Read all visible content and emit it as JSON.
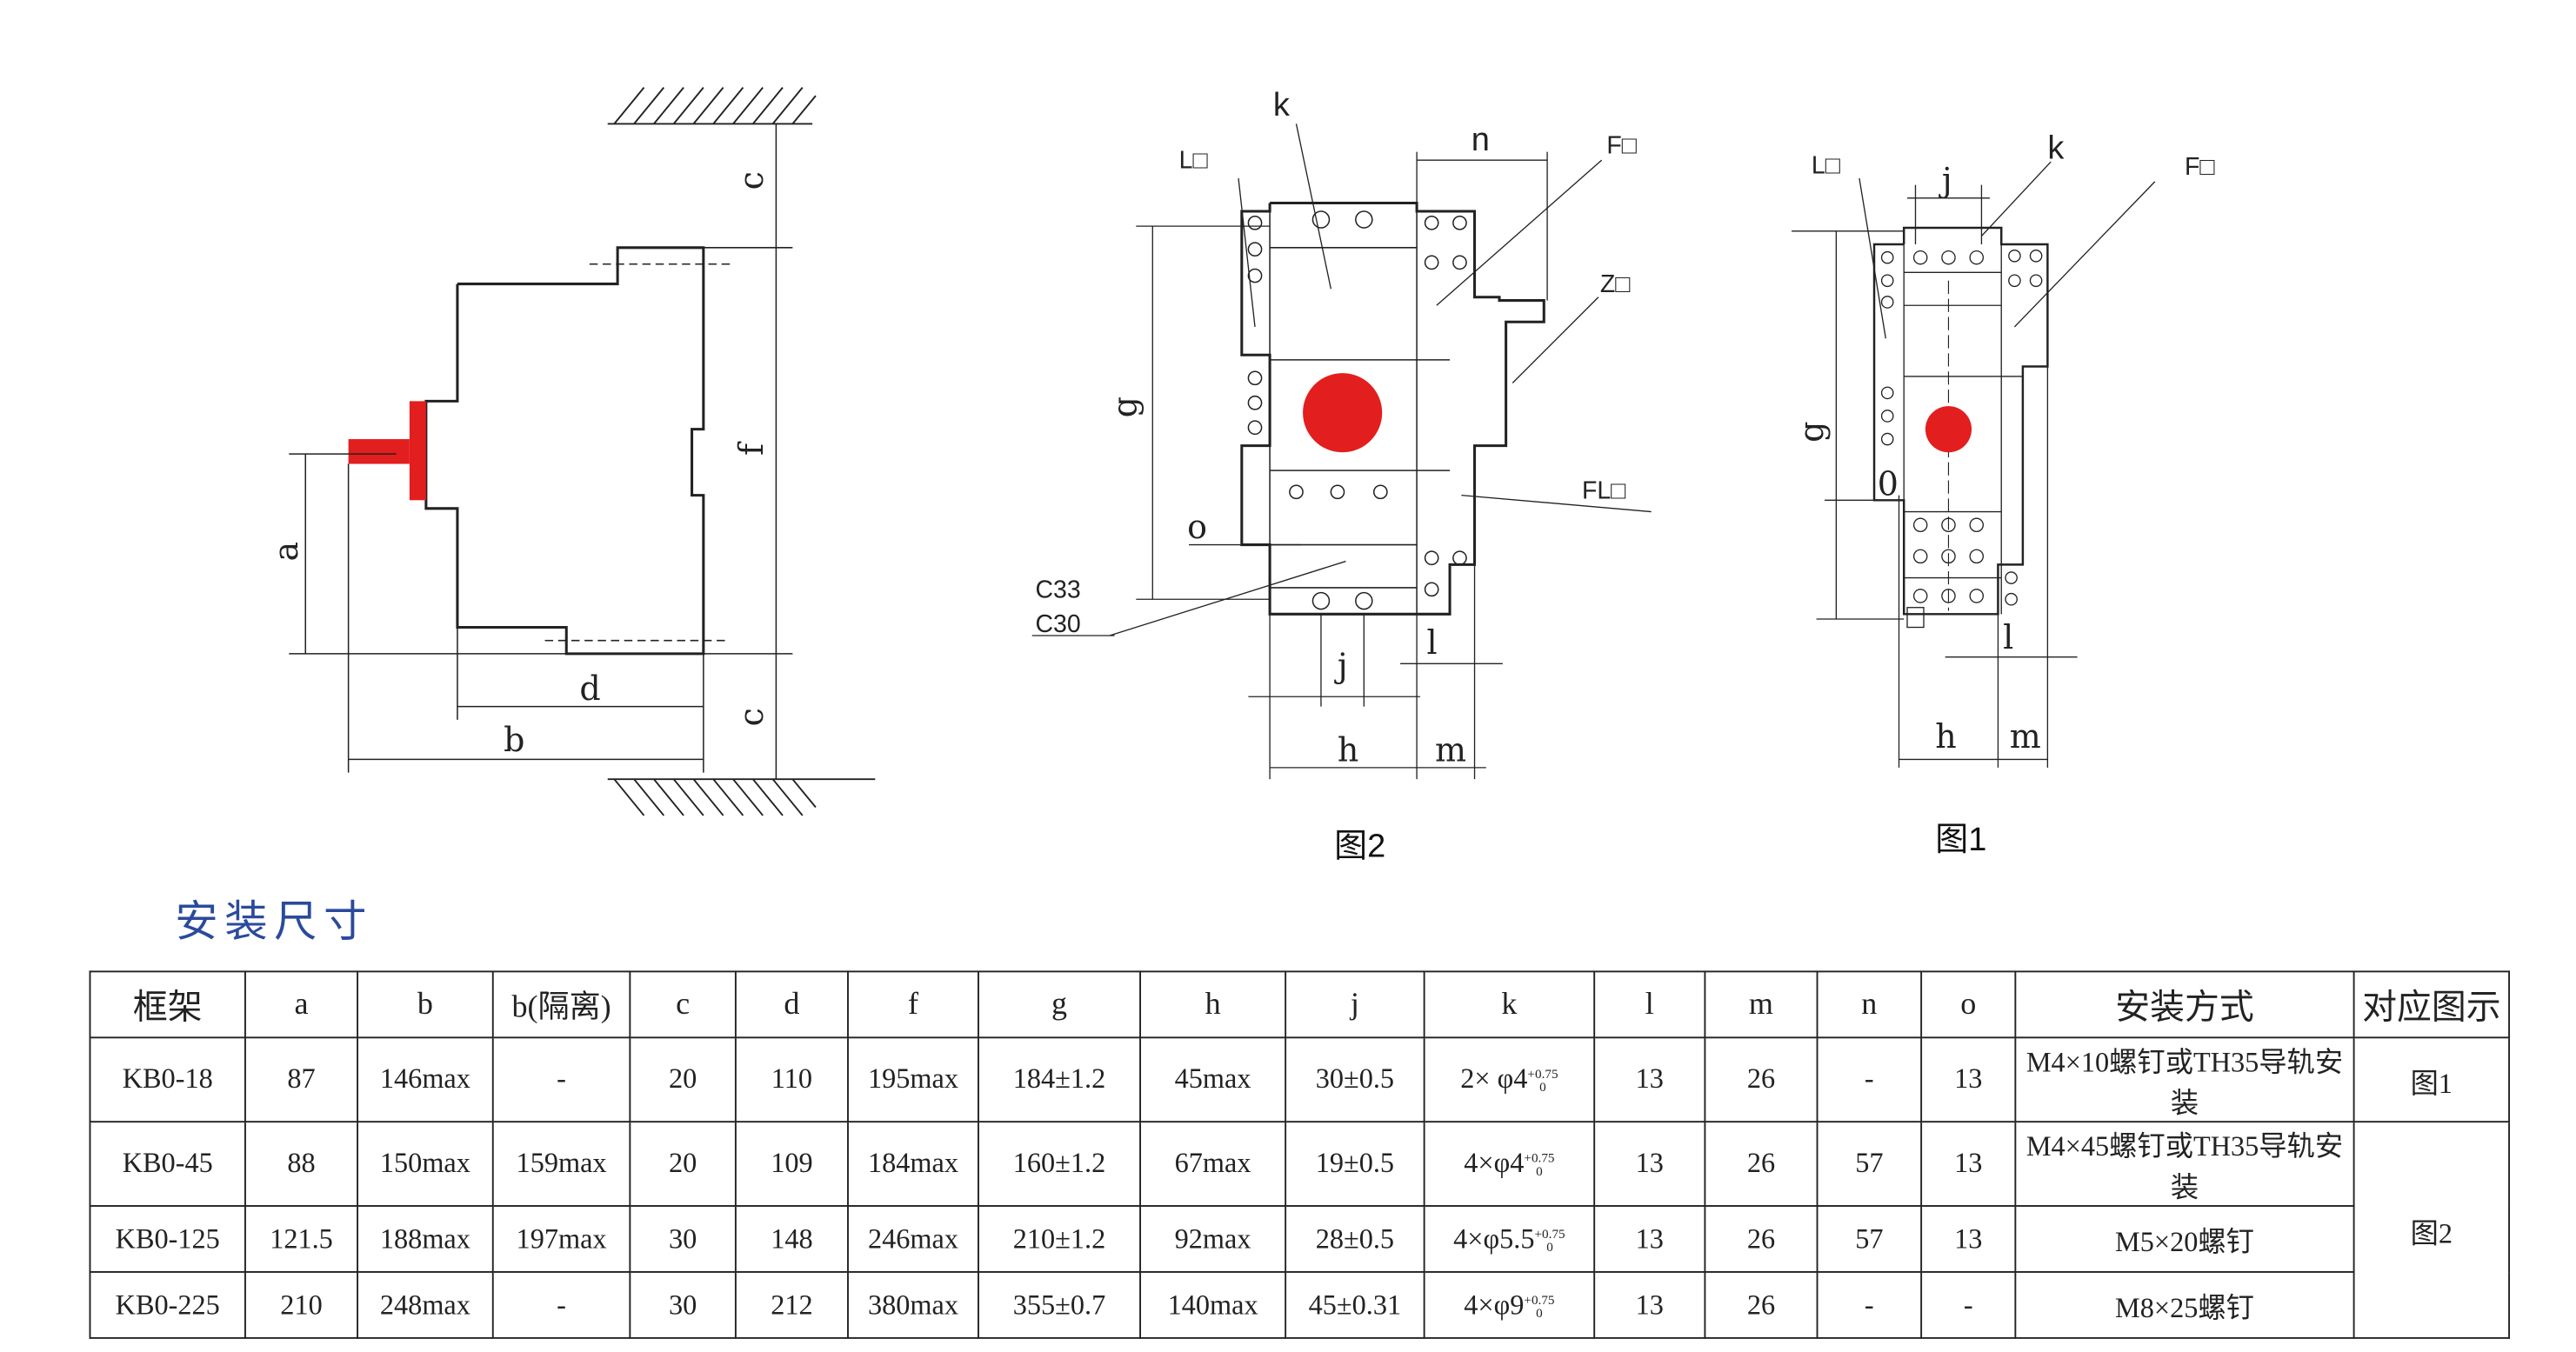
{
  "section_title": "安装尺寸",
  "figure_left": {
    "dims": {
      "c_top": "c",
      "f": "f",
      "a": "a",
      "d": "d",
      "b": "b",
      "c_bottom": "c"
    }
  },
  "figure2": {
    "caption": "图2",
    "labels": {
      "k": "k",
      "n": "n",
      "L": "L□",
      "F": "F□",
      "Z": "Z□",
      "g": "g",
      "FL": "FL□",
      "o": "o",
      "C33": "C33",
      "C30": "C30",
      "j": "j",
      "l": "l",
      "h": "h",
      "m": "m"
    }
  },
  "figure1": {
    "caption": "图1",
    "labels": {
      "L": "L□",
      "j": "j",
      "k": "k",
      "F": "F□",
      "g": "g",
      "o": "0",
      "l": "l",
      "h": "h",
      "m": "m"
    }
  },
  "colors": {
    "handle": "#e31e1e",
    "title": "#2a4a9c"
  },
  "table": {
    "headers": [
      "框架",
      "a",
      "b",
      "b(隔离)",
      "c",
      "d",
      "f",
      "g",
      "h",
      "j",
      "k",
      "l",
      "m",
      "n",
      "o",
      "安装方式",
      "对应图示"
    ],
    "rows": [
      {
        "cells": [
          "KB0-18",
          "87",
          "146max",
          "-",
          "20",
          "110",
          "195max",
          "184±1.2",
          "45max",
          "30±0.5",
          {
            "base": "2× φ4",
            "upper": "+0.75",
            "lower": "0"
          },
          "13",
          "26",
          "-",
          "13",
          "M4×10螺钉或TH35导轨安装"
        ],
        "figure": "图1",
        "figure_rowspan": 1
      },
      {
        "cells": [
          "KB0-45",
          "88",
          "150max",
          "159max",
          "20",
          "109",
          "184max",
          "160±1.2",
          "67max",
          "19±0.5",
          {
            "base": "4×φ4",
            "upper": "+0.75",
            "lower": "0"
          },
          "13",
          "26",
          "57",
          "13",
          "M4×45螺钉或TH35导轨安装"
        ],
        "figure": "图2",
        "figure_rowspan": 3
      },
      {
        "cells": [
          "KB0-125",
          "121.5",
          "188max",
          "197max",
          "30",
          "148",
          "246max",
          "210±1.2",
          "92max",
          "28±0.5",
          {
            "base": "4×φ5.5",
            "upper": "+0.75",
            "lower": "0"
          },
          "13",
          "26",
          "57",
          "13",
          "M5×20螺钉"
        ]
      },
      {
        "cells": [
          "KB0-225",
          "210",
          "248max",
          "-",
          "30",
          "212",
          "380max",
          "355±0.7",
          "140max",
          "45±0.31",
          {
            "base": "4×φ9",
            "upper": "+0.75",
            "lower": "0"
          },
          "13",
          "26",
          "-",
          "-",
          "M8×25螺钉"
        ]
      }
    ]
  }
}
